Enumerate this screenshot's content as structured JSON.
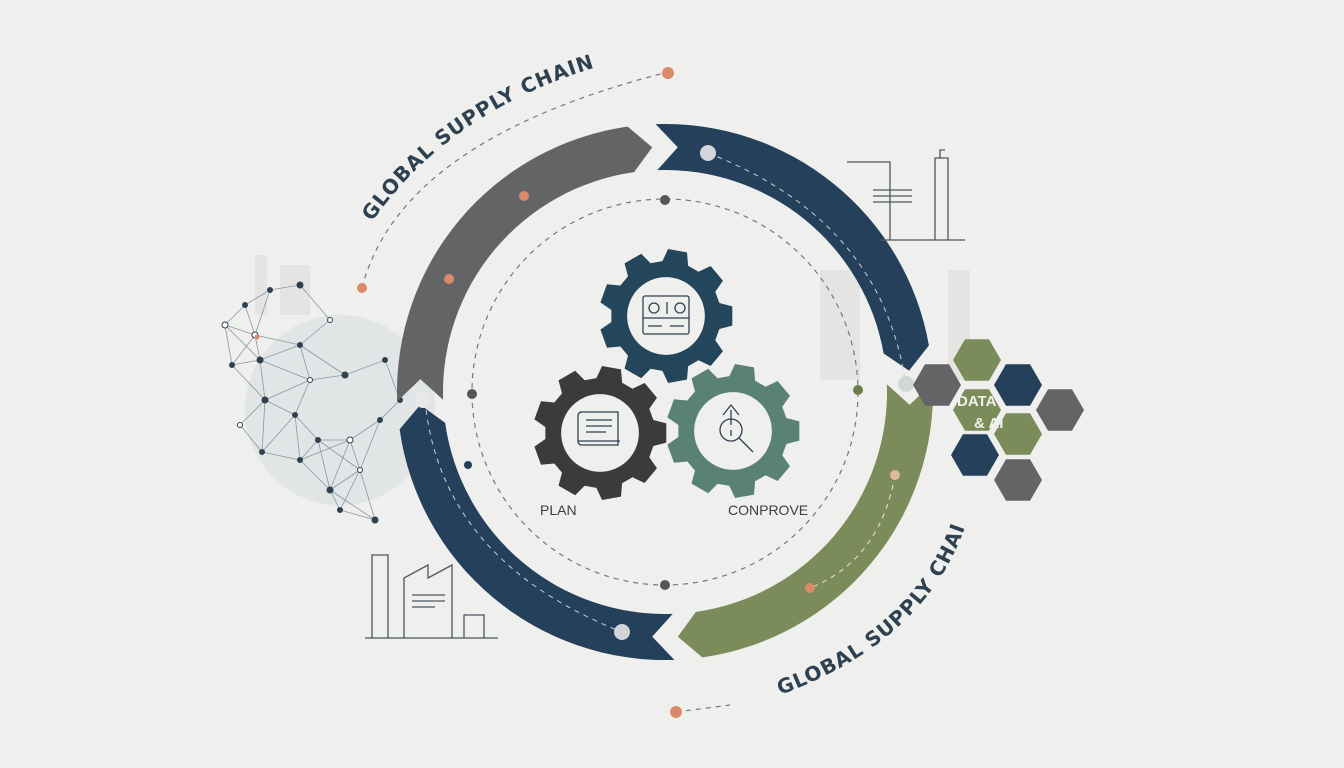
{
  "title_top": "GLOBAL SUPPLY CHAIN",
  "title_bottom": "GLOBAL SUPPLY CHAIN",
  "gears": [
    {
      "label": "",
      "icon": "control-panel-icon",
      "color": "#24465a"
    },
    {
      "label": "PLAN",
      "icon": "document-scroll-icon",
      "color": "#3a3b3d"
    },
    {
      "label": "CONPROVE",
      "icon": "magnifier-upload-icon",
      "color": "#5a8272"
    }
  ],
  "hex_label_line1": "DATA",
  "hex_label_line2": "& AI",
  "colors": {
    "navy": "#24405a",
    "gray": "#646466",
    "olive": "#7b8c5a",
    "accent": "#d98a6a",
    "background": "#efefee"
  }
}
